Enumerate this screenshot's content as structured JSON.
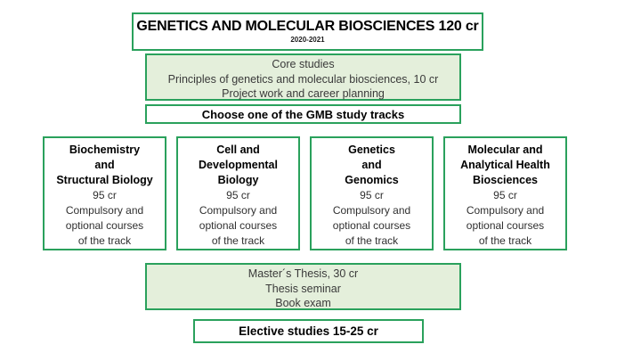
{
  "palette": {
    "border_green": "#2aa15c",
    "fill_light_green": "#e4efdb",
    "background": "#ffffff",
    "text_dark": "#262626"
  },
  "title_box": {
    "title": "GENETICS AND MOLECULAR BIOSCIENCES 120 cr",
    "subtitle": "2020-2021"
  },
  "core_box": {
    "lines": [
      "Core studies",
      "Principles of genetics and molecular biosciences, 10 cr",
      "Project work and career planning"
    ]
  },
  "choose_box": {
    "label": "Choose one of the GMB study tracks"
  },
  "tracks": [
    {
      "name_lines": [
        "Biochemistry",
        "and",
        "Structural Biology"
      ],
      "credits": "95 cr",
      "detail_lines": [
        "Compulsory and",
        "optional courses",
        "of the track"
      ]
    },
    {
      "name_lines": [
        "Cell and",
        "Developmental",
        "Biology"
      ],
      "credits": "95 cr",
      "detail_lines": [
        "Compulsory and",
        "optional courses",
        "of the track"
      ]
    },
    {
      "name_lines": [
        "Genetics",
        "and",
        "Genomics"
      ],
      "credits": "95 cr",
      "detail_lines": [
        "Compulsory and",
        "optional courses",
        "of the track"
      ]
    },
    {
      "name_lines": [
        "Molecular and",
        "Analytical Health",
        "Biosciences"
      ],
      "credits": "95 cr",
      "detail_lines": [
        "Compulsory and",
        "optional courses",
        "of the track"
      ]
    }
  ],
  "thesis_box": {
    "lines": [
      "Master´s Thesis, 30 cr",
      "Thesis seminar",
      "Book exam"
    ]
  },
  "elective_box": {
    "label": "Elective studies 15-25 cr"
  }
}
